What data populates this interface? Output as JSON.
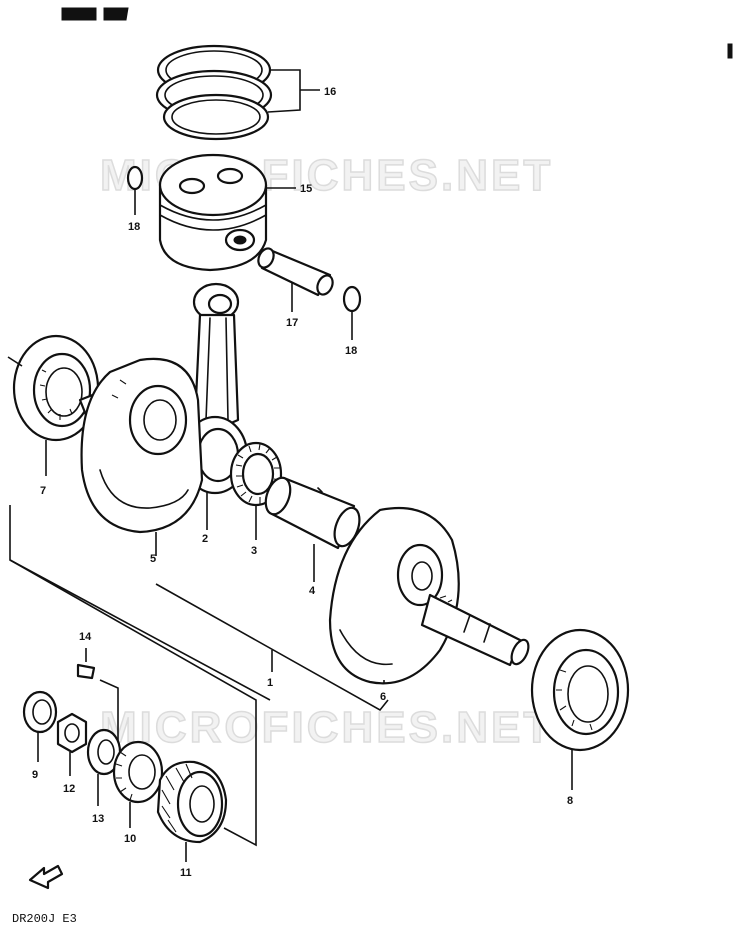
{
  "watermark": "MICROFICHES.NET",
  "model_code": "DR200J  E3",
  "callouts": [
    "1",
    "2",
    "3",
    "4",
    "5",
    "6",
    "7",
    "8",
    "9",
    "10",
    "11",
    "12",
    "13",
    "14",
    "15",
    "16",
    "17",
    "18",
    "18"
  ],
  "colors": {
    "ink": "#111111",
    "paper": "#ffffff",
    "watermark": "#dcdcdc"
  }
}
